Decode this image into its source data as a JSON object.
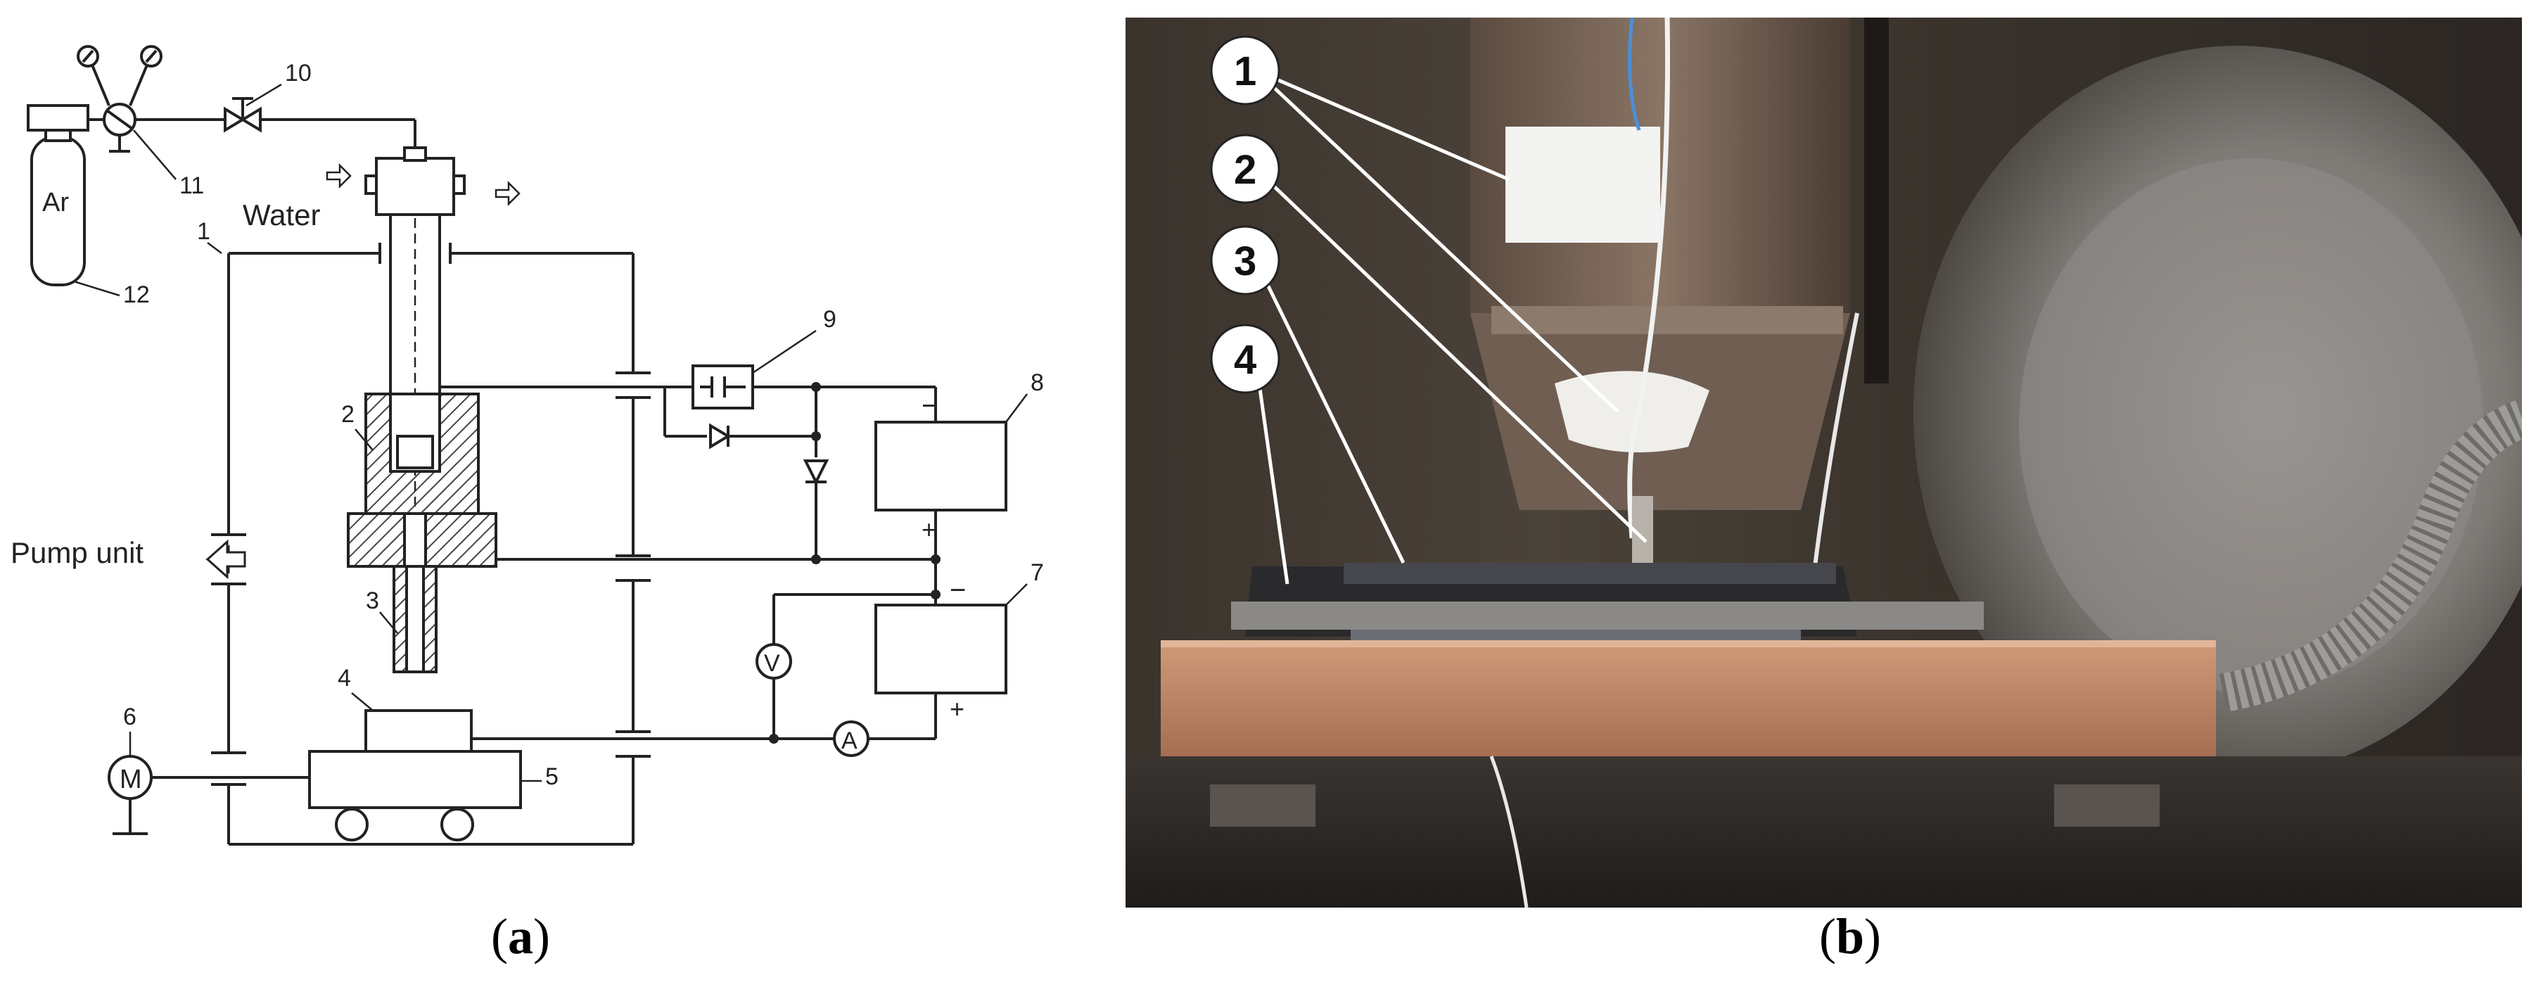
{
  "panel_a": {
    "caption_open": "(",
    "caption_letter": "a",
    "caption_close": ")",
    "labels": {
      "ar": "Ar",
      "water": "Water",
      "pump_unit": "Pump unit",
      "motor": "M",
      "voltmeter": "V",
      "ammeter": "A",
      "minus_top": "−",
      "plus_top": "+",
      "minus_bottom": "−",
      "plus_bottom": "+"
    },
    "callouts": [
      "1",
      "2",
      "3",
      "4",
      "5",
      "6",
      "7",
      "8",
      "9",
      "10",
      "11",
      "12"
    ]
  },
  "panel_b": {
    "caption_open": "(",
    "caption_letter": "b",
    "caption_close": ")",
    "callouts": [
      "1",
      "2",
      "3",
      "4"
    ]
  },
  "colors": {
    "line": "#222222",
    "hatch": "#555555",
    "photo_dark": "#2a2622",
    "copper": "#b67a5c",
    "metal": "#8d8a86",
    "callout_fill": "#ffffff"
  }
}
